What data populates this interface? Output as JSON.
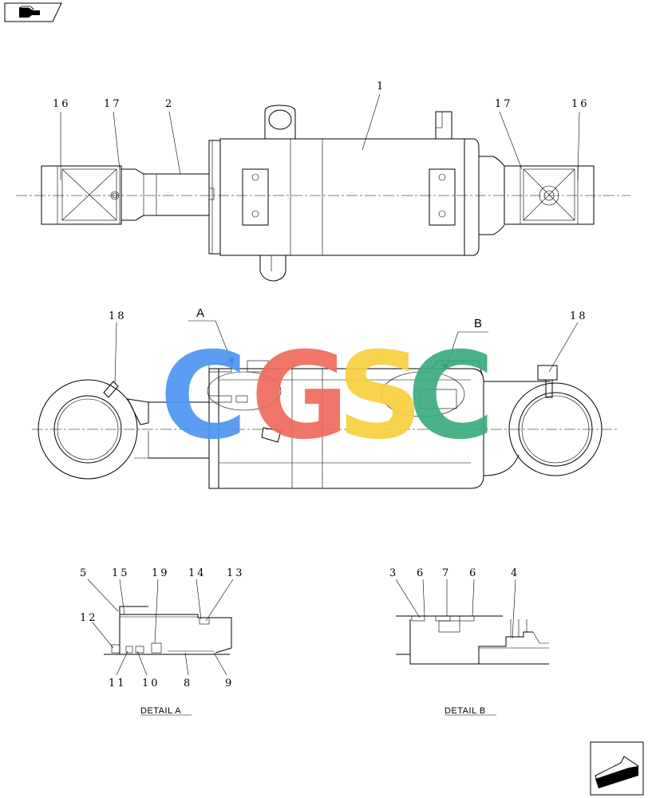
{
  "callouts": {
    "top_16_left": "16",
    "top_17_left": "17",
    "top_2": "2",
    "top_1": "1",
    "top_17_right": "17",
    "top_16_right": "16",
    "mid_18_left": "18",
    "mid_18_right": "18",
    "view_a": "A",
    "view_b": "B",
    "da_5": "5",
    "da_15": "15",
    "da_19": "19",
    "da_14": "14",
    "da_13": "13",
    "da_12": "12",
    "da_11": "11",
    "da_10": "10",
    "da_8": "8",
    "da_9": "9",
    "db_3": "3",
    "db_6a": "6",
    "db_7": "7",
    "db_6b": "6",
    "db_4": "4"
  },
  "detail_labels": {
    "a": "DETAIL A",
    "b": "DETAIL B"
  },
  "watermark": {
    "letters": [
      "C",
      "G",
      "S",
      "C"
    ],
    "colors": [
      "#4e95f2",
      "#ef6b5e",
      "#f7d040",
      "#3bab7e"
    ]
  },
  "icons": {
    "top_left": "previous-page-icon",
    "bottom_right": "next-page-icon"
  }
}
